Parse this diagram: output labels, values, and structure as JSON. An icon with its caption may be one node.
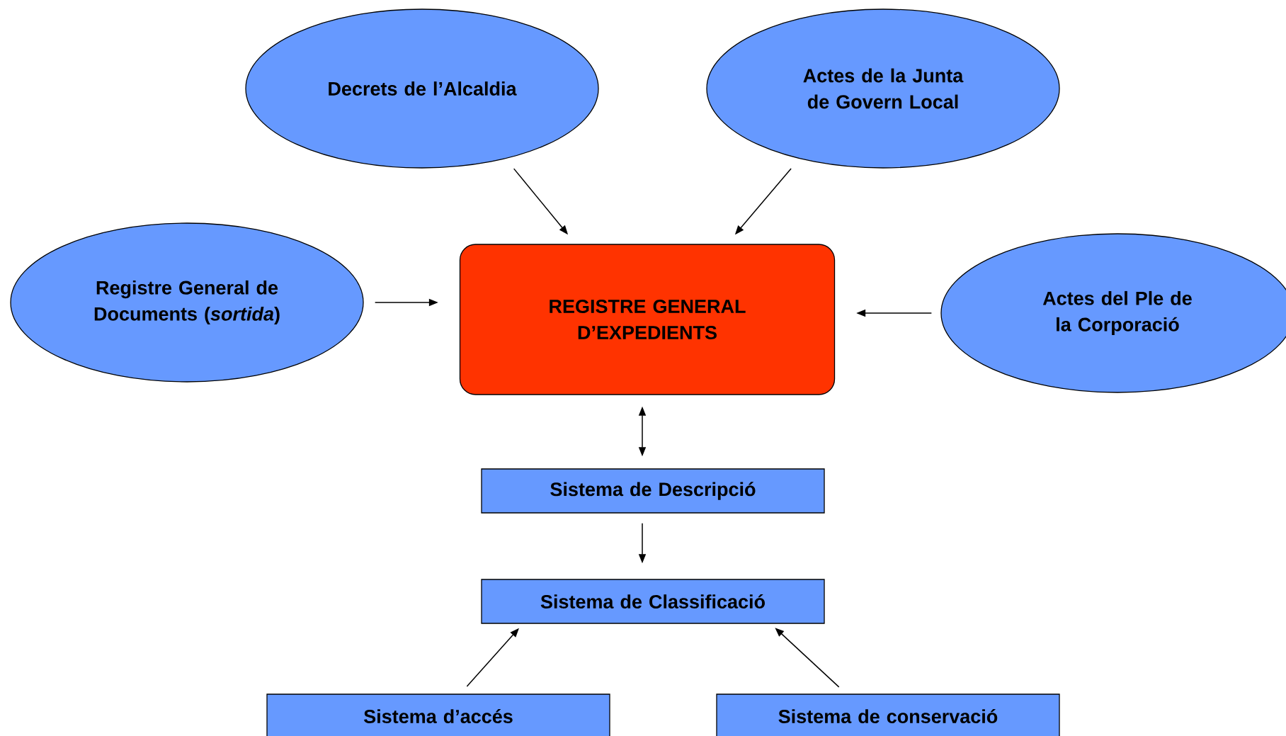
{
  "diagram": {
    "nodes": [
      {
        "text": [
          "Decrets de l’Alcaldia"
        ]
      },
      {
        "text": [
          "Actes de la Junta de Govern Local"
        ]
      },
      {
        "text": [
          "Registre General de Documents (*sortida*)"
        ]
      },
      {
        "text": [
          "REGISTRE GENERAL D’EXPEDIENTS"
        ]
      },
      {
        "text": [
          "Actes del Ple de la Corporació"
        ]
      },
      {
        "text": [
          "Sistema de Descripció"
        ]
      },
      {
        "text": [
          "Sistema de Classificació"
        ]
      },
      {
        "text": [
          "Sistema d’accés"
        ]
      },
      {
        "text": [
          "Sistema de conservació"
        ]
      }
    ],
    "edges": [
      {
        "from": 0,
        "to": 3,
        "arrow": "to"
      },
      {
        "from": 1,
        "to": 3,
        "arrow": "to"
      },
      {
        "from": 2,
        "to": 3,
        "arrow": "to"
      },
      {
        "from": 4,
        "to": 3,
        "arrow": "to"
      },
      {
        "from": 3,
        "to": 5,
        "arrow": "both"
      },
      {
        "from": 5,
        "to": 6,
        "arrow": "to"
      },
      {
        "from": 7,
        "to": 6,
        "arrow": "to"
      },
      {
        "from": 8,
        "to": 6,
        "arrow": "to"
      }
    ]
  }
}
